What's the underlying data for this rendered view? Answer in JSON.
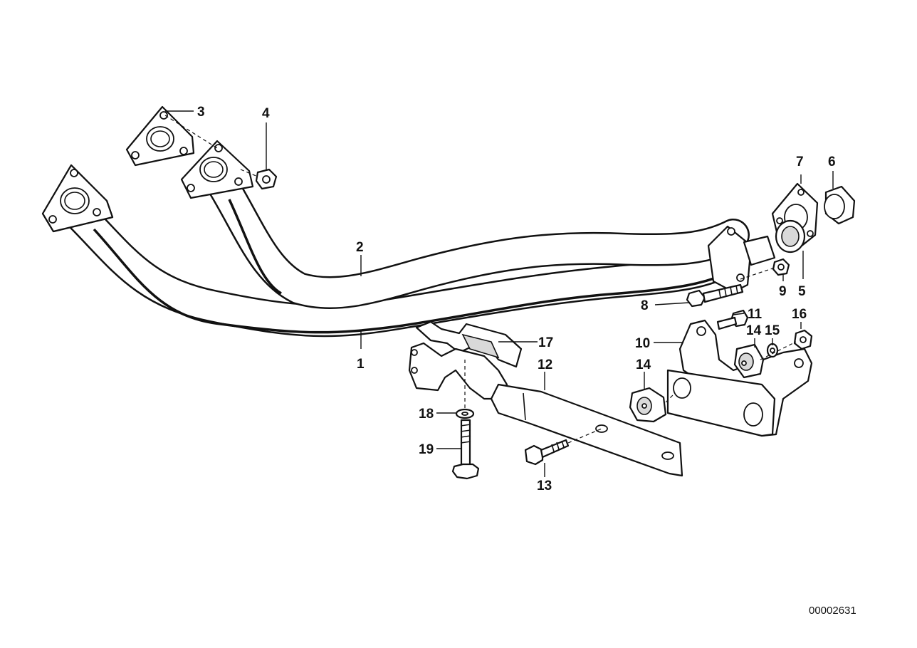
{
  "diagram": {
    "callouts": {
      "c1": "1",
      "c2": "2",
      "c3": "3",
      "c4": "4",
      "c5": "5",
      "c6": "6",
      "c7": "7",
      "c8": "8",
      "c9": "9",
      "c10": "10",
      "c11": "11",
      "c12": "12",
      "c13": "13",
      "c14a": "14",
      "c14b": "14",
      "c15": "15",
      "c16": "16",
      "c17": "17",
      "c18": "18",
      "c19": "19"
    },
    "document_number": "00002631"
  }
}
